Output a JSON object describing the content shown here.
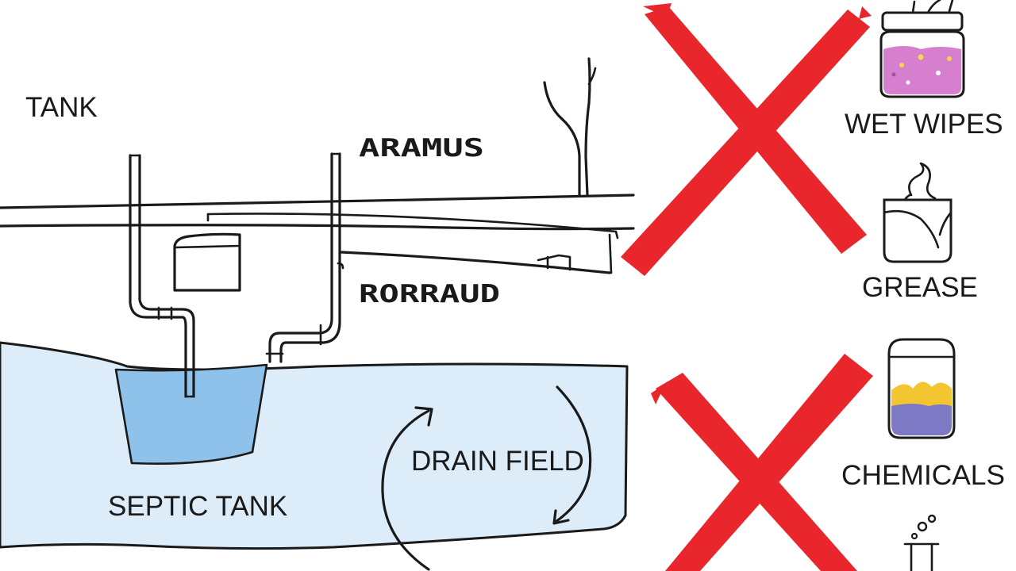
{
  "labels": {
    "tank": "TANK",
    "top_stencil": "ARAMUS",
    "mid_stencil": "RORRAUD",
    "septic_tank": "SEPTIC TANK",
    "drain_field": "DRAIN FIELD"
  },
  "prohibited_items": [
    {
      "label": "WET WIPES",
      "icon": "wipes-jar-icon"
    },
    {
      "label": "GREASE",
      "icon": "grease-container-icon"
    },
    {
      "label": "CHEMICALS",
      "icon": "chemical-jar-icon"
    },
    {
      "label": "",
      "icon": "flask-icon"
    }
  ],
  "colors": {
    "cross_mark": "#e8262b",
    "water": "#dcecf8",
    "tank_water": "#8fc2ea",
    "ink": "#1a1a1a",
    "wipes_fill": "#d77fcf",
    "chemicals_fill": "#7e79c4",
    "chemicals_accent": "#f2c531"
  },
  "marks": {
    "cross_count": 2
  }
}
